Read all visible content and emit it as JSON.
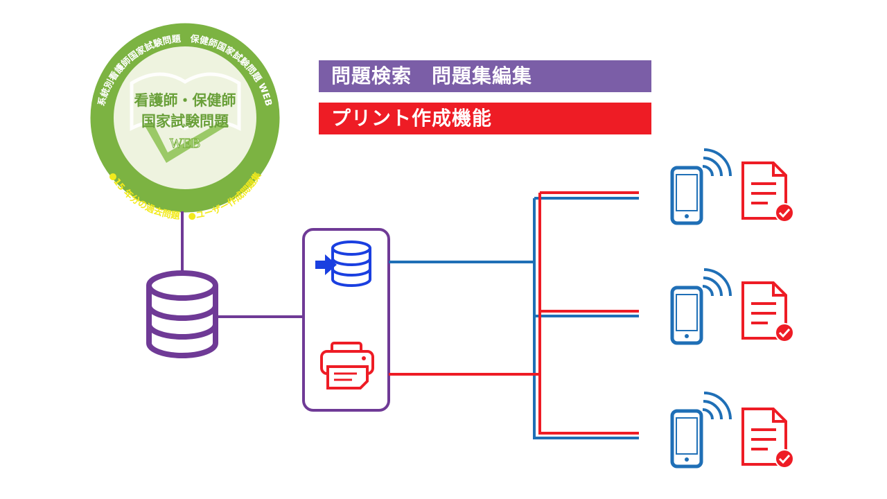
{
  "logo": {
    "center_line1": "看護師・保健師",
    "center_line2": "国家試験問題",
    "center_line3": "WEB",
    "ring_top": "系統別看護師国家試験問題　保健師国家試験問題 WEB",
    "ring_bottom": "●15 年分の過去問題　●ユーザー作成問題集"
  },
  "banners": {
    "search": "問題検索　問題集編集",
    "print": "プリント作成機能"
  },
  "colors": {
    "purple": "#6f3a96",
    "banner_purple": "#7b5ea7",
    "red": "#ee1c25",
    "blue": "#1f6fb6",
    "import_blue": "#1a3fe0",
    "logo_green": "#7cb342",
    "logo_yellow": "#f2ea1d",
    "logo_fill": "#eef3df"
  },
  "icons": {
    "server_db": "database-icon",
    "import_db": "database-import-icon",
    "printer": "printer-icon",
    "phone": "smartphone-wifi-icon",
    "document": "document-check-icon"
  }
}
